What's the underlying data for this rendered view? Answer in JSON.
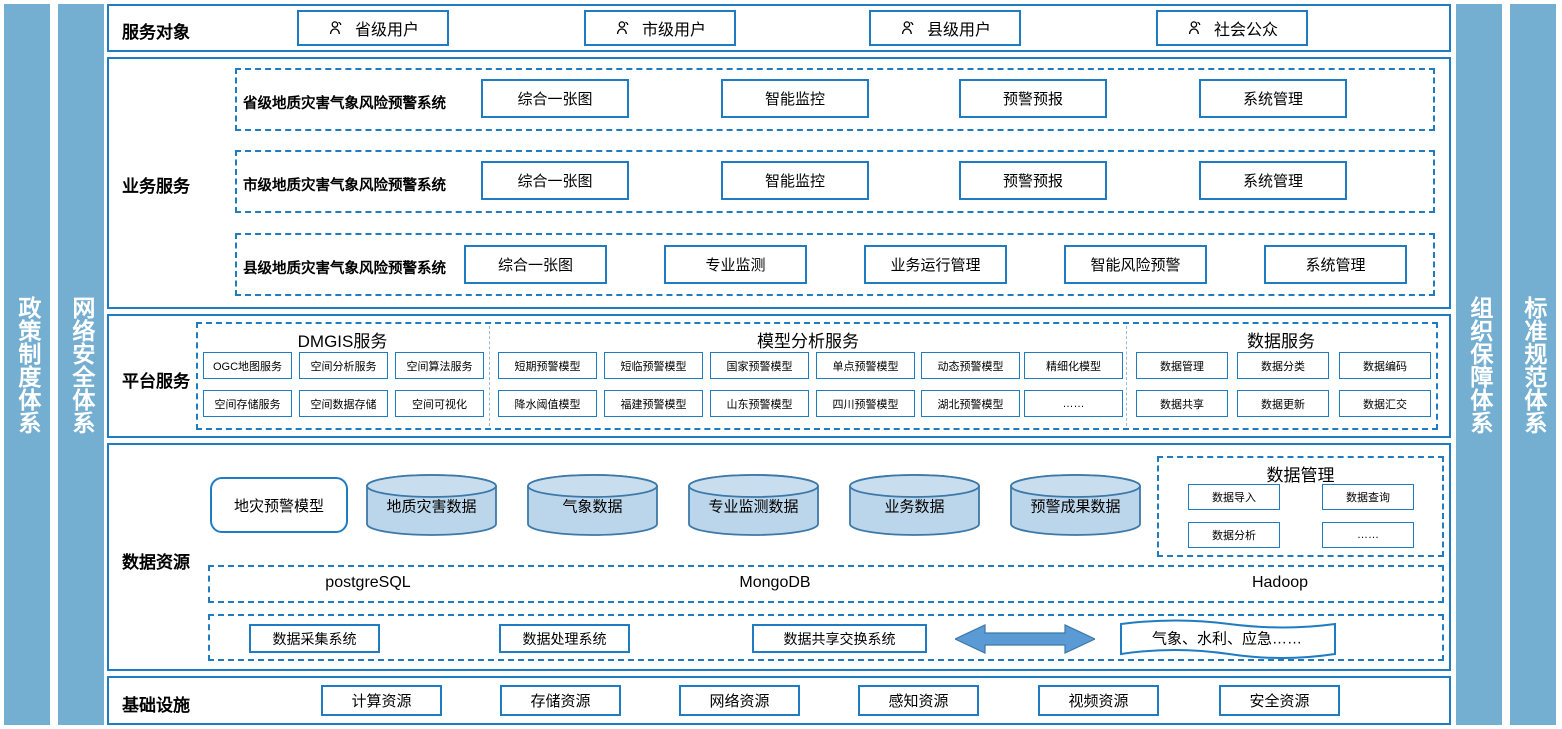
{
  "side_bars": {
    "left": [
      {
        "label": "政策制度体系"
      },
      {
        "label": "网络安全体系"
      }
    ],
    "right": [
      {
        "label": "组织保障体系"
      },
      {
        "label": "标准规范体系"
      }
    ]
  },
  "layers": {
    "service_objects": {
      "label": "服务对象",
      "items": [
        {
          "icon": "user-icon",
          "label": "省级用户"
        },
        {
          "icon": "user-icon",
          "label": "市级用户"
        },
        {
          "icon": "user-icon",
          "label": "县级用户"
        },
        {
          "icon": "user-icon",
          "label": "社会公众"
        }
      ]
    },
    "business_services": {
      "label": "业务服务",
      "rows": [
        {
          "title": "省级地质灾害气象风险预警系统",
          "items": [
            "综合一张图",
            "智能监控",
            "预警预报",
            "系统管理"
          ]
        },
        {
          "title": "市级地质灾害气象风险预警系统",
          "items": [
            "综合一张图",
            "智能监控",
            "预警预报",
            "系统管理"
          ]
        },
        {
          "title": "县级地质灾害气象风险预警系统",
          "items": [
            "综合一张图",
            "专业监测",
            "业务运行管理",
            "智能风险预警",
            "系统管理"
          ]
        }
      ]
    },
    "platform_services": {
      "label": "平台服务",
      "groups": [
        {
          "title": "DMGIS服务",
          "row1": [
            "OGC地图服务",
            "空间分析服务",
            "空间算法服务"
          ],
          "row2": [
            "空间存储服务",
            "空间数据存储",
            "空间可视化"
          ]
        },
        {
          "title": "模型分析服务",
          "row1": [
            "短期预警模型",
            "短临预警模型",
            "国家预警模型",
            "单点预警模型",
            "动态预警模型",
            "精细化模型"
          ],
          "row2": [
            "降水阈值模型",
            "福建预警模型",
            "山东预警模型",
            "四川预警模型",
            "湖北预警模型",
            "……"
          ]
        },
        {
          "title": "数据服务",
          "row1": [
            "数据管理",
            "数据分类",
            "数据编码"
          ],
          "row2": [
            "数据共享",
            "数据更新",
            "数据汇交"
          ]
        }
      ]
    },
    "data_resources": {
      "label": "数据资源",
      "model_box": "地灾预警模型",
      "cylinders": [
        "地质灾害数据",
        "气象数据",
        "专业监测数据",
        "业务数据",
        "预警成果数据"
      ],
      "data_management": {
        "title": "数据管理",
        "items": [
          "数据导入",
          "数据查询",
          "数据分析",
          "……"
        ]
      },
      "databases": [
        "postgreSQL",
        "MongoDB",
        "Hadoop"
      ],
      "pipeline": {
        "items": [
          "数据采集系统",
          "数据处理系统",
          "数据共享交换系统"
        ],
        "arrow": "double-arrow-icon",
        "external": "气象、水利、应急……"
      }
    },
    "infrastructure": {
      "label": "基础设施",
      "items": [
        "计算资源",
        "存储资源",
        "网络资源",
        "感知资源",
        "视频资源",
        "安全资源"
      ]
    }
  },
  "colors": {
    "accent": "#1F7CC2",
    "bar": "#74AED0",
    "cylinder_fill": "#BBD6EA",
    "cylinder_stroke": "#3C78A8",
    "arrow": "#5B9BD5"
  }
}
